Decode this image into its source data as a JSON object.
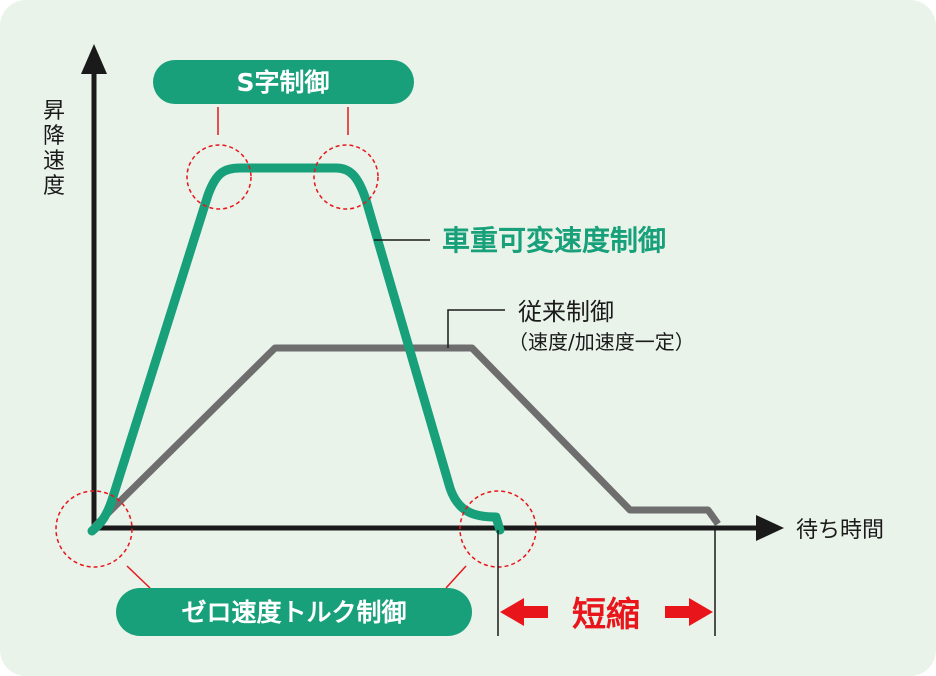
{
  "axes": {
    "y_label": [
      "昇",
      "降",
      "速",
      "度"
    ],
    "x_label": "待ち時間"
  },
  "labels": {
    "s_control": "S字制御",
    "zero_speed_torque": "ゼロ速度トルク制御",
    "variable_speed": "車重可変速度制御",
    "conventional_title": "従来制御",
    "conventional_sub": "（速度/加速度一定）",
    "shortened": "短縮"
  },
  "colors": {
    "green": "#17a07a",
    "gray": "#6e6e6e",
    "red": "#e8161b",
    "background": "#eaf3ea",
    "axis": "#1a1a1a"
  }
}
